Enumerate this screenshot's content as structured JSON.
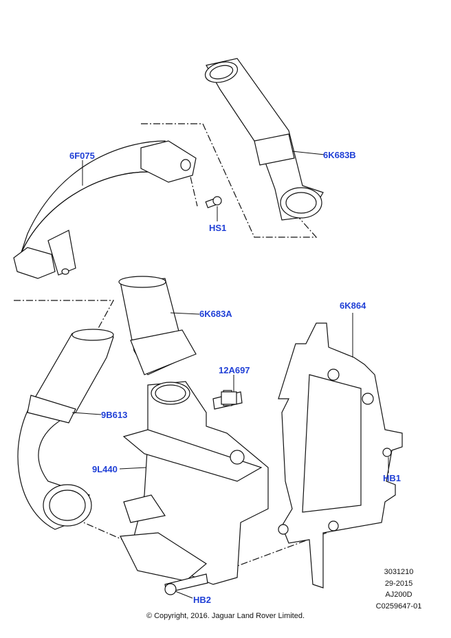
{
  "labels": {
    "p6F075": "6F075",
    "p6K683B": "6K683B",
    "pHS1": "HS1",
    "p6K683A": "6K683A",
    "p6K864": "6K864",
    "p12A697": "12A697",
    "p9B613": "9B613",
    "p9L440": "9L440",
    "pHB1": "HB1",
    "pHB2": "HB2"
  },
  "meta": [
    "3031210",
    "29-2015",
    "AJ200D",
    "C0259647-01"
  ],
  "copyright": "© Copyright, 2016. Jaguar Land Rover Limited.",
  "colors": {
    "label": "#1f3fd6",
    "line": "#111111"
  }
}
